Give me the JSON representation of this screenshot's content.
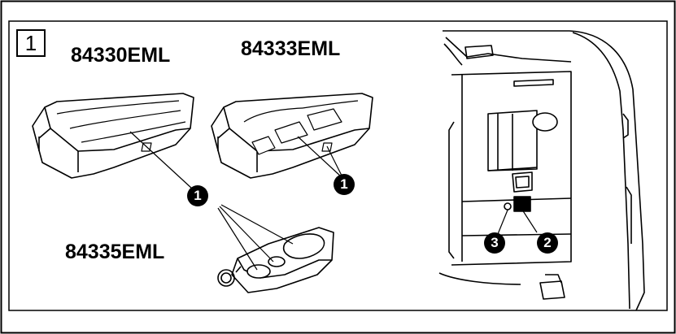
{
  "figure_number": "1",
  "models": {
    "model_a": "84330EML",
    "model_b": "84333EML",
    "model_c": "84335EML"
  },
  "callouts": {
    "button": "1",
    "learn_button": "2",
    "indicator_led": "3"
  },
  "colors": {
    "line": "#000000",
    "background": "#ffffff",
    "callout_fill": "#000000",
    "callout_text": "#ffffff"
  }
}
